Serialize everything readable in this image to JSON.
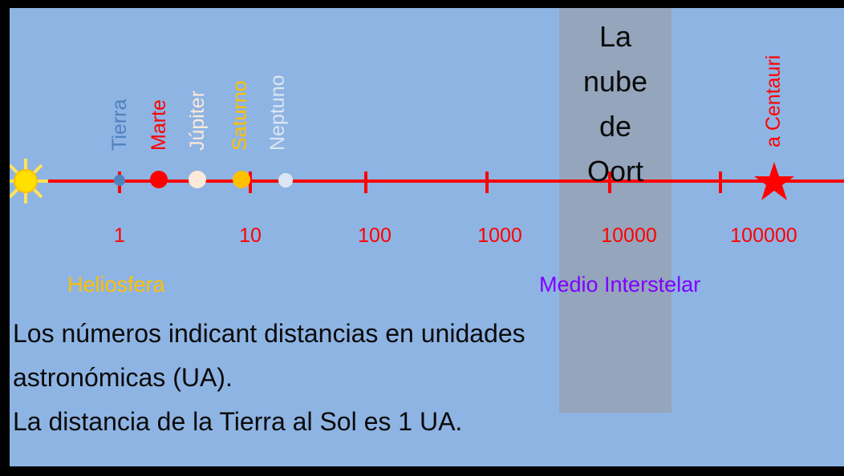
{
  "colors": {
    "background": "#8eb4e3",
    "axis": "#ff0000",
    "heliosfera": "#ffc000",
    "medio_interestelar": "#7f00ff",
    "oort_band": "#9aa3b0"
  },
  "oort": {
    "label": "La\nnube\nde\nOort"
  },
  "sun": {
    "icon": "sun-icon"
  },
  "ticks": [
    "1",
    "10",
    "100",
    "1000",
    "10000",
    "100000"
  ],
  "planets": [
    {
      "name": "Tierra",
      "color": "#4f81bd"
    },
    {
      "name": "Marte",
      "color": "#ff0000"
    },
    {
      "name": "Júpiter",
      "color": "#fde9d9"
    },
    {
      "name": "Saturno",
      "color": "#ffc000"
    },
    {
      "name": "Neptuno",
      "color": "#dce6f2"
    }
  ],
  "star": {
    "name": "a Centauri",
    "icon": "star-icon",
    "color": "#ff0000"
  },
  "regions": {
    "heliosfera": "Heliosfera",
    "medio": "Medio Interstelar"
  },
  "notes": {
    "line1": "Los números indicant distancias en unidades",
    "line2": "astronómicas (UA).",
    "line3": "La distancia de la Tierra al Sol es 1 UA."
  }
}
